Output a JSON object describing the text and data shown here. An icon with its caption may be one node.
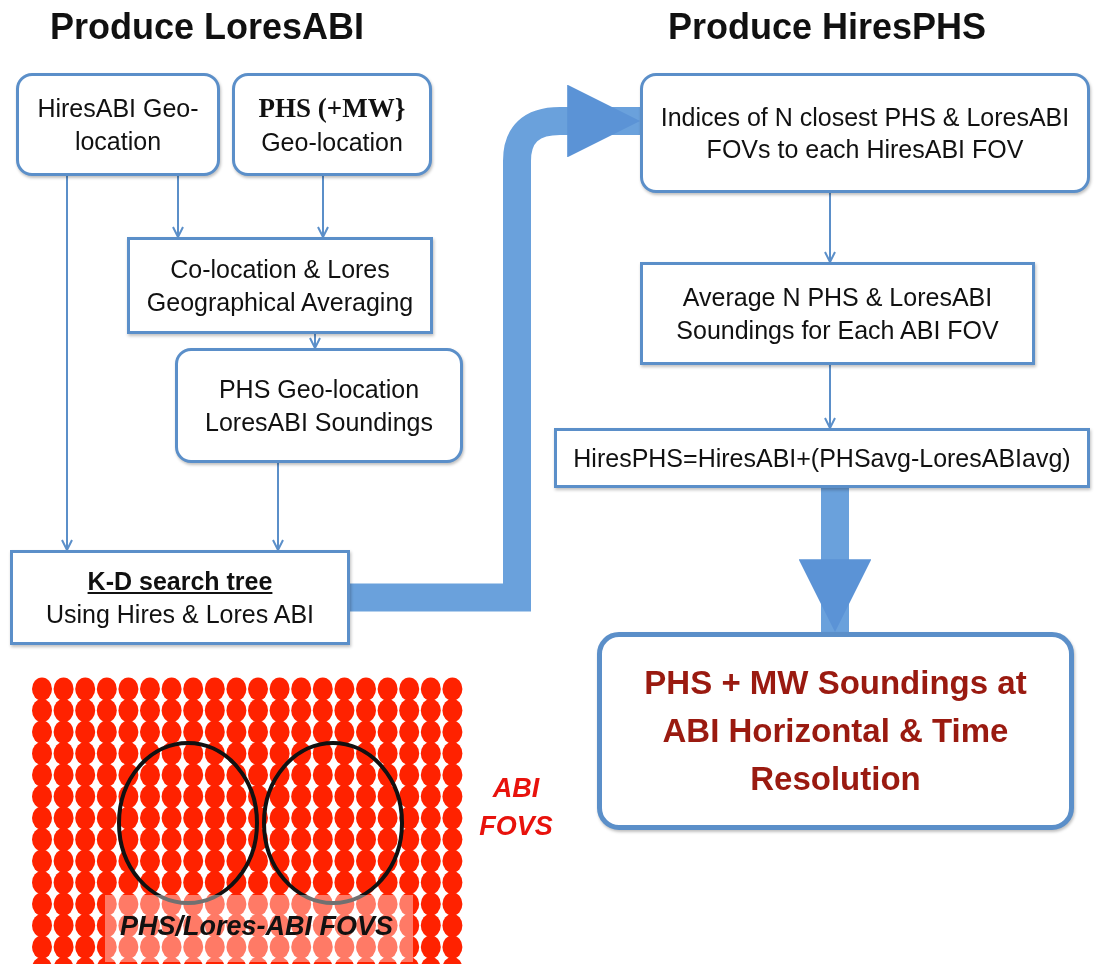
{
  "diagram": {
    "nodes": [
      {
        "text": [
          "HiresABI Geo-location"
        ]
      },
      {
        "text": [
          "PHS (+MW}",
          "Geo-location"
        ]
      },
      {
        "text": [
          "Co-location & Lores Geographical Averaging"
        ]
      },
      {
        "text": [
          "PHS Geo-location LoresABI Soundings"
        ]
      },
      {
        "text": [
          "K-D search tree",
          "Using Hires & Lores ABI"
        ]
      },
      {
        "text": [
          "Indices of N closest PHS & LoresABI FOVs to each HiresABI FOV"
        ]
      },
      {
        "text": [
          "Average N PHS & LoresABI Soundings for Each ABI FOV"
        ]
      },
      {
        "text": [
          "HiresPHS=HiresABI+(PHSavg-LoresABIavg)"
        ]
      },
      {
        "text": [
          "PHS + MW Soundings at ABI Horizontal & Time Resolution"
        ]
      }
    ],
    "edges": [
      {
        "from": 0,
        "to": 2,
        "arrow": "to"
      },
      {
        "from": 1,
        "to": 2,
        "arrow": "to"
      },
      {
        "from": 2,
        "to": 3,
        "arrow": "to"
      },
      {
        "from": 0,
        "to": 4,
        "arrow": "to"
      },
      {
        "from": 3,
        "to": 4,
        "arrow": "to"
      },
      {
        "from": 4,
        "to": 5,
        "arrow": "to",
        "style": "thick"
      },
      {
        "from": 5,
        "to": 6,
        "arrow": "to"
      },
      {
        "from": 6,
        "to": 7,
        "arrow": "to"
      },
      {
        "from": 7,
        "to": 8,
        "arrow": "to",
        "style": "thick"
      }
    ],
    "labels": [
      "Produce LoresABI",
      "Produce HiresPHS",
      "ABI FOVS",
      "PHS/Lores-ABI FOVS"
    ]
  }
}
